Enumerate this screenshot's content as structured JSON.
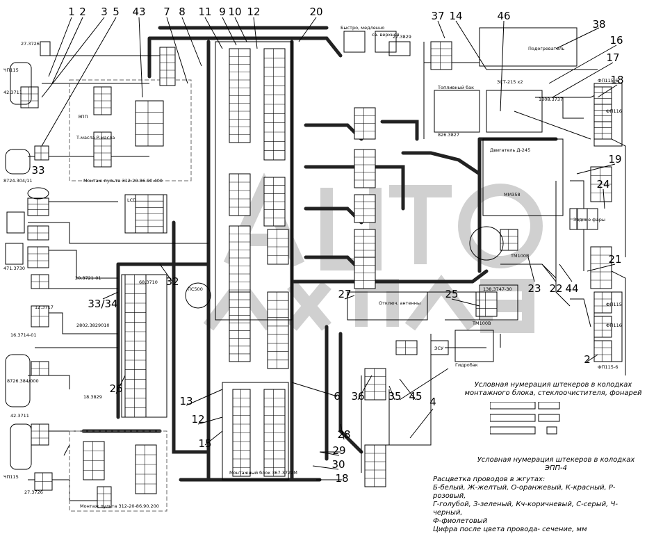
{
  "callouts": [
    "1",
    "2",
    "3",
    "5",
    "43",
    "7",
    "8",
    "11",
    "9",
    "10",
    "12",
    "20",
    "37",
    "14",
    "46",
    "38",
    "16",
    "17",
    "18",
    "33",
    "19",
    "24",
    "21",
    "22",
    "23",
    "44",
    "25",
    "27",
    "32",
    "33/34",
    "26",
    "13",
    "15",
    "12",
    "6",
    "36",
    "35",
    "45",
    "4",
    "28",
    "29",
    "30",
    "18",
    "2"
  ],
  "component_labels": {
    "p_27_3726_top": "27.3726",
    "p_ip115_top": "ЧП115",
    "p_42_3711_top": "42.3711",
    "p_8724": "8724.304/11",
    "p_471_3730": "471.3730",
    "p_20_3721": "20.3721-01",
    "p_12_3717": "12.3717",
    "p_16_3714": "16.3714-01",
    "p_8726": "8726.384/000",
    "p_2802": "2802.3829010",
    "p_18_3829": "18.3829",
    "p_42_3711_bot": "42.3711",
    "p_ip115_bot": "ЧП115",
    "p_27_3726_bot": "27.3726",
    "p_lcd": "LCD",
    "p_ps500": "ПС500",
    "p_68_3710": "68.3710",
    "p_montazh_top": "Монтаж пульта 312-20-86.90.400",
    "p_montazh_bot": "Монтаж пульта 312-20-86.90.200",
    "p_montazh_blok": "Монтажный блок 367.3722М",
    "p_bystro": "Быстро, медленно",
    "p_sv_verkhn": "св. верхняя",
    "p_27_3829": "27.3829",
    "p_podogrevatel": "Подогреватель",
    "p_zst": "ЗСТ-215 x2",
    "p_1308": "1308.3737",
    "p_toplivny": "Топливный бак",
    "p_826": "826.3827",
    "p_dvigatel": "Двигатель Д-245",
    "p_mm358": "ММ358",
    "p_tm100v": "ТМ100В",
    "p_tm100v_2": "ТМ100В",
    "p_138_3747": "138.3747-30",
    "p_gidrobak": "Гидробак",
    "p_esu": "ЭСУ",
    "p_fp115_6_top": "ФП115-6",
    "p_fp116": "ФП116",
    "p_fp116_2": "ФП116",
    "p_fp115": "ФП115",
    "p_fp115_6_bot": "ФП115-6",
    "p_zadnie": "Задние фары",
    "p_otkl": "Отключ. антенны",
    "p_dvig_pressure": "Т.масла Р.масла",
    "p_epp": "ЭПП"
  },
  "legend": {
    "title1": "Условная нумерация штекеров в колодках",
    "title2": "монтажного блока, стеклоочистителя, фонарей",
    "title3": "Условная нумерация штекеров в колодках ЭПП-4",
    "colors_title": "Расцветка проводов в жгутах:",
    "colors_line1": "Б-белый, Ж-желтый, О-оранжевый, К-красный, Р-розовый,",
    "colors_line2": "Г-голубой, З-зеленый, Кч-коричневый, С-серый, Ч-черный,",
    "colors_line3": "Ф-фиолетовый",
    "colors_line4": "Цифра после цвета провода- сечение, мм"
  },
  "colors": {
    "line": "#000000",
    "harness": "#222222",
    "watermark": "#d9d9d9",
    "paper": "#ffffff"
  }
}
